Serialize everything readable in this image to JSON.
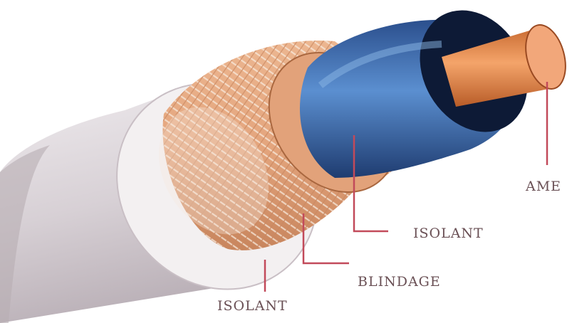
{
  "labels": {
    "core": "AME",
    "inner_insulator": "ISOLANT",
    "shield": "BLINDAGE",
    "outer_insulator": "ISOLANT"
  },
  "colors": {
    "background": "#ffffff",
    "jacket": "#d8d2d6",
    "jacket_highlight": "#f4f1f3",
    "braid": "#e0a47c",
    "braid_mesh": "#f6e6d8",
    "dielectric_blue": "#3d6fb0",
    "dielectric_dark": "#0e1a35",
    "copper": "#e3874a",
    "leader_line": "#c24a5a",
    "label_text": "#6a5055"
  }
}
